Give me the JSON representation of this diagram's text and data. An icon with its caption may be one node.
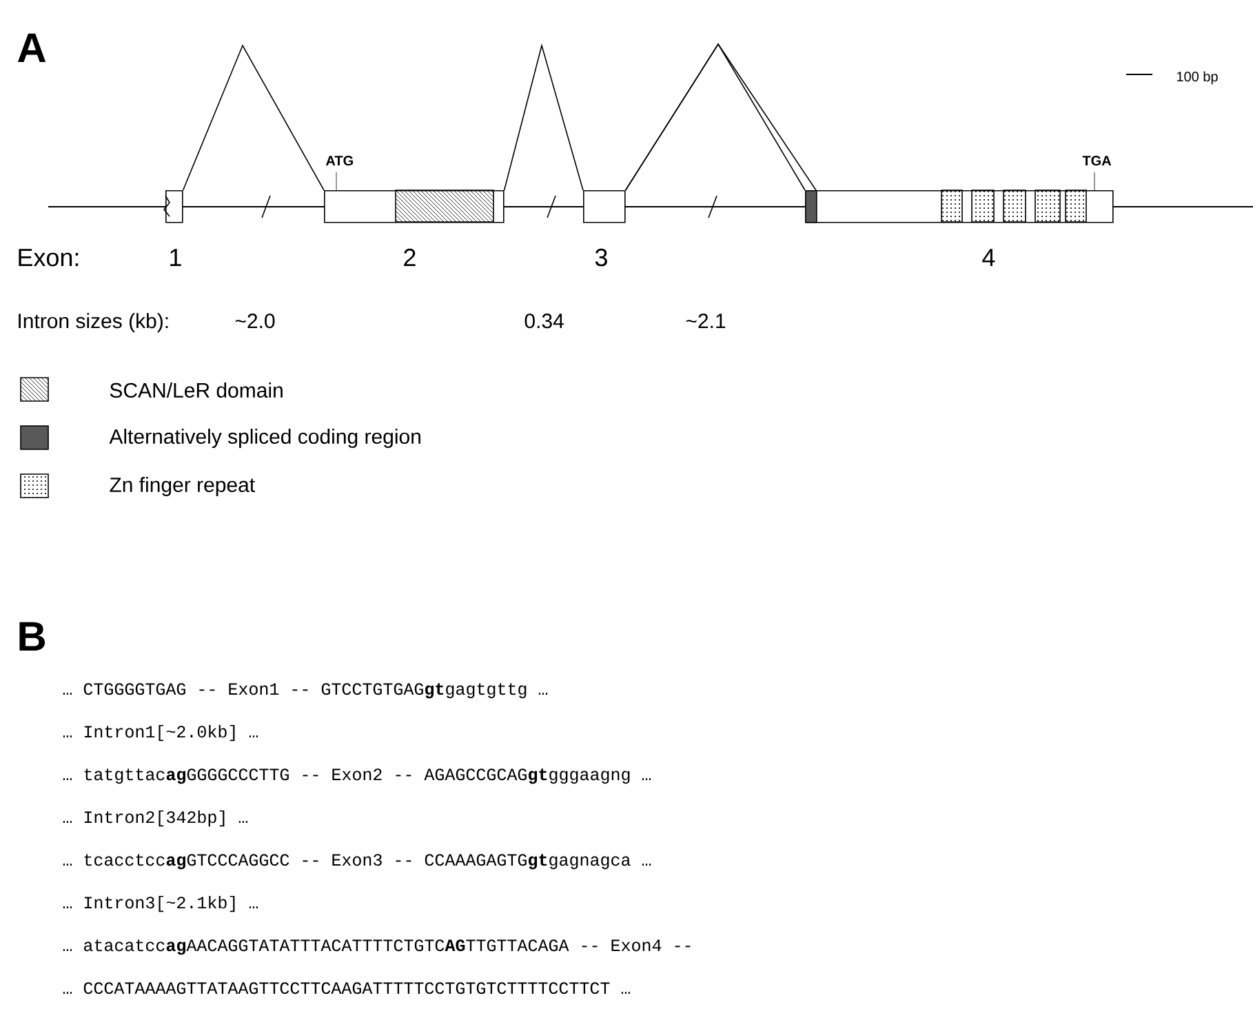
{
  "diagram": {
    "nodes": [
      {
        "text": [],
        "shape": "box"
      },
      {
        "text": [],
        "shape": "box"
      },
      {
        "text": [],
        "shape": "box"
      },
      {
        "text": [],
        "shape": "box"
      },
      {
        "text": [],
        "shape": "box",
        "in": 3
      }
    ],
    "edges": [
      {
        "from": 0,
        "to": 1,
        "arrow": "none"
      },
      {
        "from": 1,
        "to": 2,
        "arrow": "none"
      },
      {
        "from": 2,
        "to": 4,
        "arrow": "none"
      },
      {
        "from": 2,
        "to": 3,
        "arrow": "none"
      }
    ],
    "labels": [
      "A",
      "100 bp",
      "ATG",
      "TGA",
      "Exon:",
      "1",
      "2",
      "3",
      "4",
      "Intron sizes (kb):",
      "~2.0",
      "0.34",
      "~2.1",
      "B",
      "… CTGGGGTGAG -- Exon1 -- GTCCTGTGAG**gt**gagtgttg …",
      "… Intron1[~2.0kb] …",
      "… tatgttac**ag**GGGGCCCTTG -- Exon2 -- AGAGCCGCAG**gt**gggaagng …",
      "… Intron2[342bp] …",
      "… tcacctcc**ag**GTCCCAGGCC -- Exon3 -- CCAAAGAGTG**gt**gagnagca …",
      "… Intron3[~2.1kb] …",
      "… atacatcc**ag**AACAGGTATATTTACATTTTCTGTC**AG**TTGTTACAGA -- Exon4 --",
      "… CCCATAAAAGTTATAAGTTCCTTCAAGATTTTTCCTGTGTCTTTTCCTTCT …"
    ],
    "legend": [
      {
        "text": "SCAN/LeR domain"
      },
      {
        "text": "Alternatively spliced coding region"
      },
      {
        "text": "Zn finger repeat"
      }
    ]
  }
}
